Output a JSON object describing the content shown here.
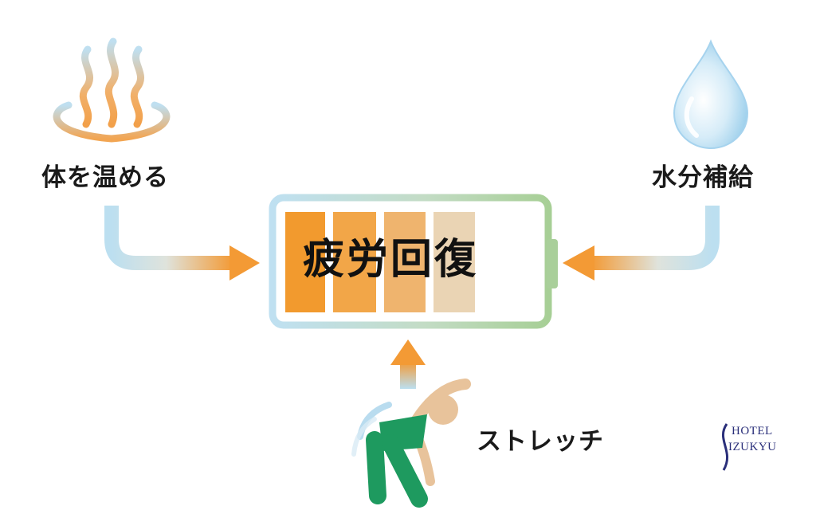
{
  "labels": {
    "warm": "体を温める",
    "water": "水分補給",
    "center": "疲労回復",
    "stretch": "ストレッチ"
  },
  "logo": {
    "line1": "HOTEL",
    "line2": "IZUKYU"
  },
  "icons": {
    "top_left": "hot-spring-steam-icon",
    "top_right": "water-drop-icon",
    "bottom": "stretching-person-icon",
    "center": "battery-icon"
  },
  "colors": {
    "orange": "#f29a38",
    "light_blue": "#b8dcef",
    "green_battery": "#a9cf9a",
    "beige_cell": "#ead4b4",
    "person_green": "#1e9a5f",
    "skin": "#e8c39b",
    "brand_navy": "#2a2f7a"
  },
  "battery": {
    "level_fraction": 0.8
  }
}
